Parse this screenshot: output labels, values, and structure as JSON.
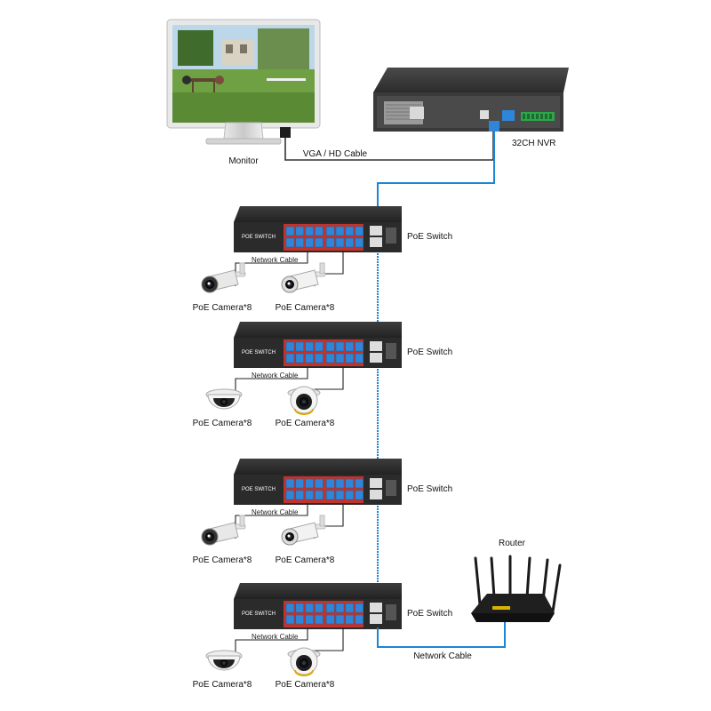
{
  "labels": {
    "monitor": "Monitor",
    "vga_cable": "VGA / HD Cable",
    "nvr": "32CH NVR",
    "router": "Router",
    "bottom_network_cable": "Network Cable"
  },
  "switches": [
    {
      "device_label": "POE SWITCH",
      "side_label": "PoE Switch",
      "cable_label": "Network Cable",
      "cameras": [
        {
          "type": "bullet-camera",
          "label": "PoE Camera*8"
        },
        {
          "type": "bullet-camera-white",
          "label": "PoE Camera*8"
        }
      ]
    },
    {
      "device_label": "POE SWITCH",
      "side_label": "PoE Switch",
      "cable_label": "Network Cable",
      "cameras": [
        {
          "type": "dome-camera",
          "label": "PoE Camera*8"
        },
        {
          "type": "turret-camera",
          "label": "PoE Camera*8"
        }
      ]
    },
    {
      "device_label": "POE SWITCH",
      "side_label": "PoE Switch",
      "cable_label": "Network Cable",
      "cameras": [
        {
          "type": "bullet-camera",
          "label": "PoE Camera*8"
        },
        {
          "type": "bullet-camera-white",
          "label": "PoE Camera*8"
        }
      ]
    },
    {
      "device_label": "POE SWITCH",
      "side_label": "PoE Switch",
      "cable_label": "Network Cable",
      "cameras": [
        {
          "type": "dome-camera",
          "label": "PoE Camera*8"
        },
        {
          "type": "turret-camera",
          "label": "PoE Camera*8"
        }
      ]
    }
  ],
  "colors": {
    "network_cable": "#1a86d6",
    "vga_cable": "#333333",
    "switch_body": "#2b2b2b",
    "port_blue": "#2f86d8",
    "port_red": "#c2332c",
    "nvr_body": "#3a3a3a",
    "nvr_panel": "#d9d9d9",
    "screen_sky": "#cfe3f2",
    "screen_grass": "#6fa043"
  }
}
